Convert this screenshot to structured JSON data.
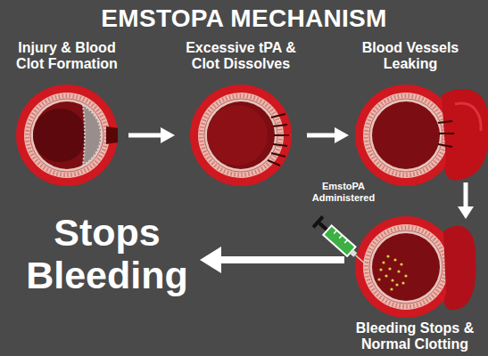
{
  "diagram": {
    "title": "EMSTOPA MECHANISM",
    "nodes": [
      {
        "text": [
          "Injury & Blood Clot Formation"
        ]
      },
      {
        "text": [
          "Excessive tPA & Clot Dissolves"
        ]
      },
      {
        "text": [
          "Blood Vessels Leaking"
        ]
      },
      {
        "text": [
          "Bleeding Stops & Normal Clotting"
        ]
      },
      {
        "text": [
          "Stops Bleeding"
        ]
      }
    ],
    "edges": [
      {
        "from": 0,
        "to": 1,
        "arrow": "to"
      },
      {
        "from": 1,
        "to": 2,
        "arrow": "to"
      },
      {
        "from": 2,
        "to": 3,
        "arrow": "to"
      },
      {
        "from": 3,
        "to": 4,
        "arrow": "to"
      }
    ],
    "labels": [
      "EmstoPA Administered"
    ]
  }
}
